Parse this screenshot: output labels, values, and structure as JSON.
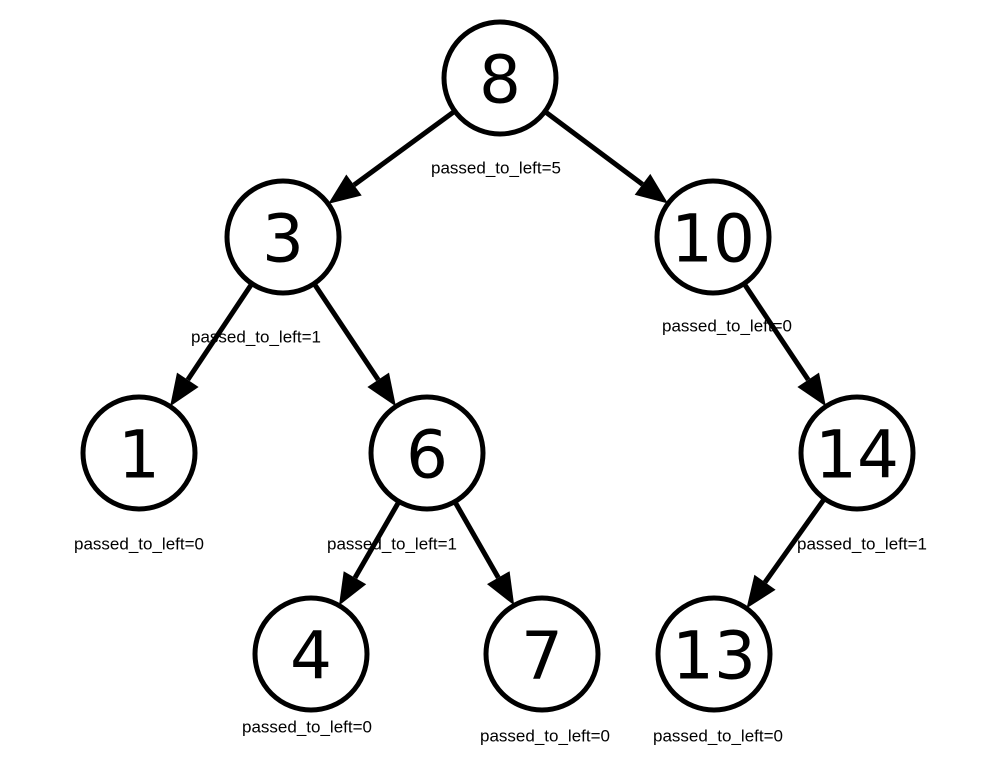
{
  "tree": {
    "nodes": [
      {
        "id": "n8",
        "label": "8",
        "annotation": "passed_to_left=5"
      },
      {
        "id": "n3",
        "label": "3",
        "annotation": "passed_to_left=1"
      },
      {
        "id": "n10",
        "label": "10",
        "annotation": "passed_to_left=0"
      },
      {
        "id": "n1",
        "label": "1",
        "annotation": "passed_to_left=0"
      },
      {
        "id": "n6",
        "label": "6",
        "annotation": "passed_to_left=1"
      },
      {
        "id": "n14",
        "label": "14",
        "annotation": "passed_to_left=1"
      },
      {
        "id": "n4",
        "label": "4",
        "annotation": "passed_to_left=0"
      },
      {
        "id": "n7",
        "label": "7",
        "annotation": "passed_to_left=0"
      },
      {
        "id": "n13",
        "label": "13",
        "annotation": "passed_to_left=0"
      }
    ],
    "edges": [
      {
        "from": "n8",
        "to": "n3"
      },
      {
        "from": "n8",
        "to": "n10"
      },
      {
        "from": "n3",
        "to": "n1"
      },
      {
        "from": "n3",
        "to": "n6"
      },
      {
        "from": "n10",
        "to": "n14"
      },
      {
        "from": "n6",
        "to": "n4"
      },
      {
        "from": "n6",
        "to": "n7"
      },
      {
        "from": "n14",
        "to": "n13"
      }
    ]
  }
}
